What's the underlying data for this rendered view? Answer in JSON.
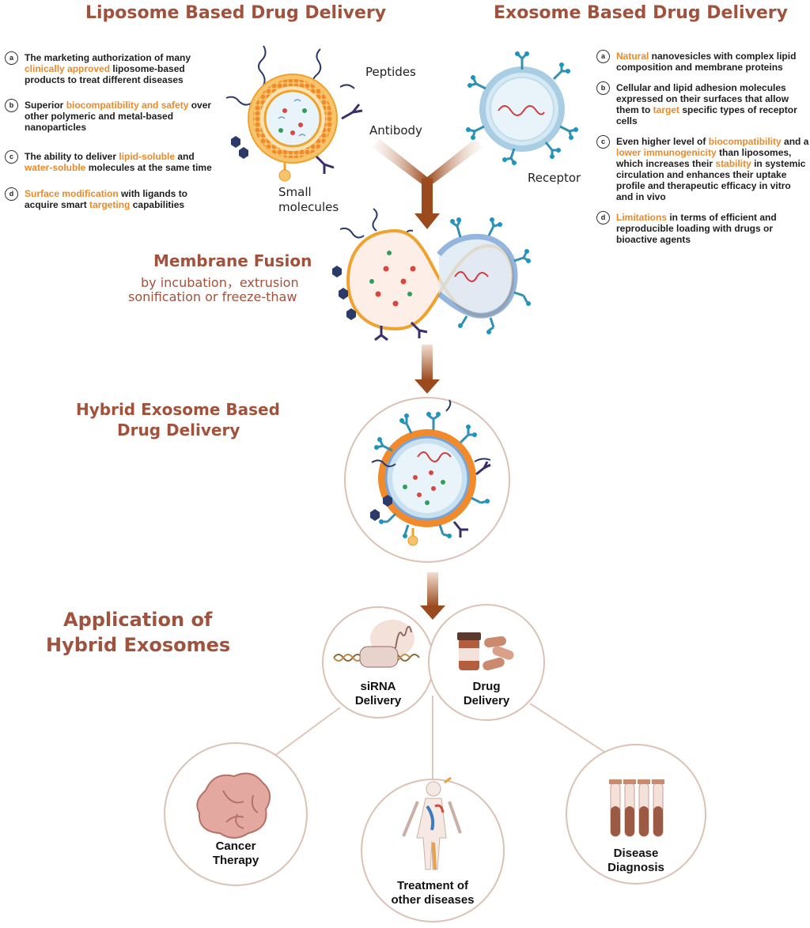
{
  "titles": {
    "liposome": "Liposome Based Drug Delivery",
    "exosome": "Exosome Based Drug Delivery",
    "fusion": "Membrane Fusion",
    "fusion_sub1": "by incubation，extrusion",
    "fusion_sub2": "sonification or freeze-thaw",
    "hybrid1": "Hybrid Exosome Based",
    "hybrid2": "Drug Delivery",
    "application1": "Application of",
    "application2": "Hybrid Exosomes"
  },
  "labels": {
    "peptides": "Peptides",
    "antibody": "Antibody",
    "small1": "Small",
    "small2": "molecules",
    "receptor": "Receptor"
  },
  "liposome_points": [
    {
      "badge": "a",
      "parts": [
        [
          "The marketing authorization of many ",
          ""
        ],
        [
          "clinically approved",
          "hl"
        ],
        [
          " liposome-based products to treat different diseases",
          ""
        ]
      ]
    },
    {
      "badge": "b",
      "parts": [
        [
          "Superior ",
          ""
        ],
        [
          "biocompatibility and safety",
          "hl"
        ],
        [
          " over other polymeric and metal-based nanoparticles",
          ""
        ]
      ]
    },
    {
      "badge": "c",
      "parts": [
        [
          "The ability to deliver ",
          ""
        ],
        [
          "lipid-soluble",
          "hl"
        ],
        [
          " and ",
          ""
        ],
        [
          "water-soluble",
          "hl"
        ],
        [
          " molecules at the same time",
          ""
        ]
      ]
    },
    {
      "badge": "d",
      "parts": [
        [
          "Surface modification",
          "hl"
        ],
        [
          " with ligands to acquire smart ",
          ""
        ],
        [
          "targeting",
          "hl"
        ],
        [
          " capabilities",
          ""
        ]
      ]
    }
  ],
  "exosome_points": [
    {
      "badge": "a",
      "parts": [
        [
          " Natural",
          "hl"
        ],
        [
          " nanovesicles with  complex lipid composition and membrane proteins",
          ""
        ]
      ]
    },
    {
      "badge": "b",
      "parts": [
        [
          "Cellular and lipid adhesion molecules expressed on their surfaces that allow them to ",
          ""
        ],
        [
          "target",
          "hl"
        ],
        [
          " specific types of receptor cells",
          ""
        ]
      ]
    },
    {
      "badge": "c",
      "parts": [
        [
          "Even higher level of ",
          ""
        ],
        [
          "biocompatibility",
          "hl"
        ],
        [
          " and a ",
          ""
        ],
        [
          "lower immunogenicity",
          "hl"
        ],
        [
          " than liposomes, which increases their ",
          ""
        ],
        [
          "stability",
          "hl"
        ],
        [
          " in systemic circulation and enhances their uptake profile and therapeutic efficacy in vitro and in vivo",
          ""
        ]
      ]
    },
    {
      "badge": "d",
      "parts": [
        [
          "Limitations",
          "hl"
        ],
        [
          " in terms of efficient and reproducible loading with drugs or bioactive agents",
          ""
        ]
      ]
    }
  ],
  "applications": {
    "sirna1": "siRNA",
    "sirna2": "Delivery",
    "drug1": "Drug",
    "drug2": "Delivery",
    "cancer1": "Cancer",
    "cancer2": "Therapy",
    "treat1": "Treatment of",
    "treat2": "other diseases",
    "diag1": "Disease",
    "diag2": "Diagnosis"
  },
  "colors": {
    "title": "#a1523d",
    "highlight": "#ea8a2a",
    "arrow": "#9a4a1c",
    "liposome_outer": "#f0a22e",
    "exosome_membrane": "#a9cde3",
    "circle_border": "#dcc1b5"
  }
}
